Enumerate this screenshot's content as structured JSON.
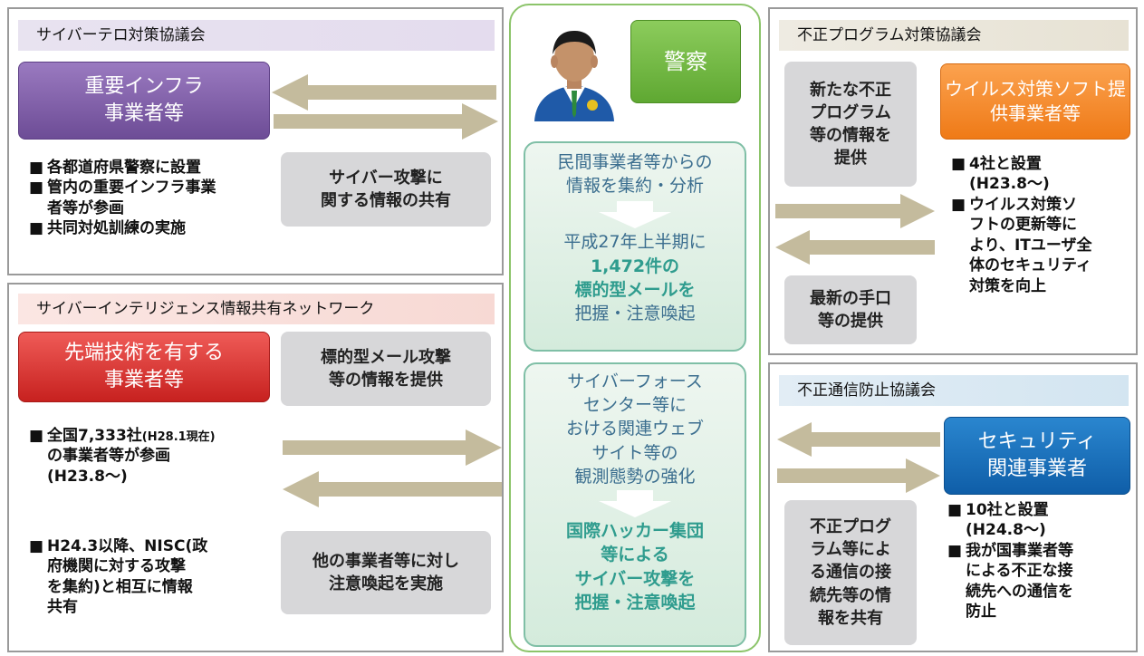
{
  "left_top": {
    "title": "サイバーテロ対策協議会",
    "pill": "重要インフラ\n事業者等",
    "shared": "サイバー攻撃に\n関する情報の共有",
    "bullets": [
      "各都道府県警察に設置",
      "管内の重要インフラ事業\n者等が参画",
      "共同対処訓練の実施"
    ]
  },
  "left_bottom": {
    "title": "サイバーインテリジェンス情報共有ネットワーク",
    "pill": "先端技術を有する\n事業者等",
    "box1": "標的型メール攻撃\n等の情報を提供",
    "box2": "他の事業者等に対し\n注意喚起を実施",
    "bullet1_a": "全国7,333社",
    "bullet1_small": "(H28.1現在)",
    "bullet1_b": "の事業者等が参画\n(H23.8〜)",
    "bullet2": "H24.3以降、NISC(政\n府機関に対する攻撃\nを集約)と相互に情報\n共有"
  },
  "center": {
    "police_label": "警察",
    "box1_text": "民間事業者等からの\n情報を集約・分析",
    "box1_text2": "平成27年上半期に",
    "box1_bold": "1,472件の\n標的型メールを",
    "box1_text3": "把握・注意喚起",
    "box2_text": "サイバーフォース\nセンター等に\nおける関連ウェブ\nサイト等の\n観測態勢の強化",
    "box2_bold": "国際ハッカー集団\n等による\nサイバー攻撃を\n把握・注意喚起"
  },
  "right_top": {
    "title": "不正プログラム対策協議会",
    "box1": "新たな不正\nプログラム\n等の情報を\n提供",
    "pill": "ウイルス対策ソフト提\n供事業者等",
    "box2": "最新の手口\n等の提供",
    "bullets": [
      "4社と設置\n(H23.8〜)",
      "ウイルス対策ソ\nフトの更新等に\nより、ITユーザ全\n体のセキュリティ\n対策を向上"
    ]
  },
  "right_bottom": {
    "title": "不正通信防止協議会",
    "pill": "セキュリティ\n関連事業者",
    "box1": "不正プログ\nラム等によ\nる通信の接\n続先等の情\n報を共有",
    "bullets": [
      "10社と設置\n(H24.8〜)",
      "我が国事業者等\nによる不正な接\n続先への通信を\n防止"
    ]
  },
  "colors": {
    "arrow": "#c4bb9d",
    "purple": "#6d4c96",
    "red": "#c7211f",
    "orange": "#ef7a17",
    "blue": "#0f5ea8",
    "green": "#5fa832"
  }
}
